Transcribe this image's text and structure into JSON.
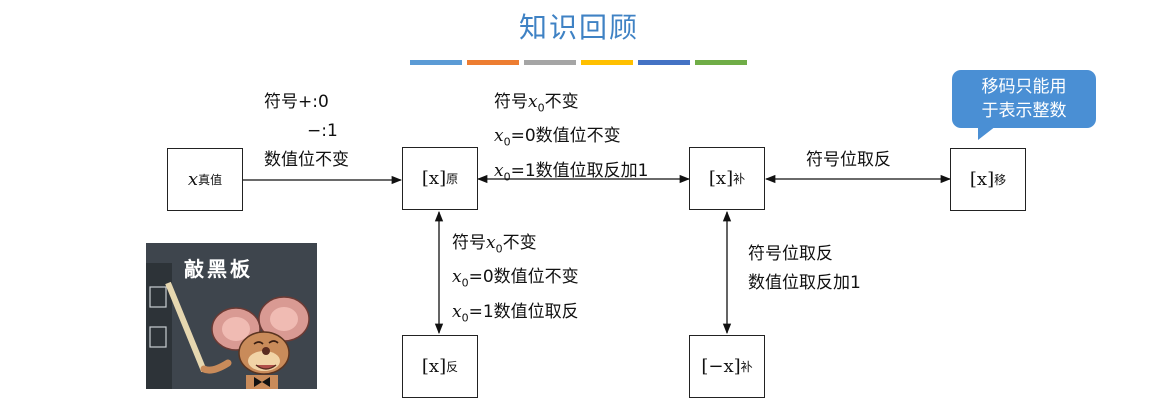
{
  "title": "知识回顾",
  "stripe_colors": [
    "#5b9bd5",
    "#ed7d31",
    "#a5a5a5",
    "#ffc000",
    "#4472c4",
    "#70ad47"
  ],
  "nodes": {
    "true_value": {
      "var": "x",
      "sub": "真值"
    },
    "sign_magnitude": {
      "var": "[x]",
      "sub": "原"
    },
    "twos_complement": {
      "var": "[x]",
      "sub": "补"
    },
    "offset": {
      "var": "[x]",
      "sub": "移"
    },
    "ones_complement": {
      "var": "[x]",
      "sub": "反"
    },
    "neg_twos_complement": {
      "var": "[−x]",
      "sub": "补"
    }
  },
  "edges": {
    "true_to_orig": {
      "line1": "符号+:0",
      "line2": "−:1",
      "line3": "数值位不变"
    },
    "orig_to_comp": {
      "line1_prefix": "符号",
      "line1_var": "x",
      "line1_sub": "0",
      "line1_suffix": "不变",
      "line2_var": "x",
      "line2_sub": "0",
      "line2_text": "=0数值位不变",
      "line3_var": "x",
      "line3_sub": "0",
      "line3_text": "=1数值位取反加1"
    },
    "comp_to_offset": {
      "text": "符号位取反"
    },
    "orig_to_ones": {
      "line1_prefix": "符号",
      "line1_var": "x",
      "line1_sub": "0",
      "line1_suffix": "不变",
      "line2_var": "x",
      "line2_sub": "0",
      "line2_text": "=0数值位不变",
      "line3_var": "x",
      "line3_sub": "0",
      "line3_text": "=1数值位取反"
    },
    "comp_to_negcomp": {
      "line1": "符号位取反",
      "line2": "数值位取反加1"
    }
  },
  "bubble": {
    "line1": "移码只能用",
    "line2": "于表示整数"
  },
  "meme": {
    "caption": "敲黑板"
  },
  "colors": {
    "title": "#3f82c4",
    "bubble": "#4a8fd4"
  }
}
